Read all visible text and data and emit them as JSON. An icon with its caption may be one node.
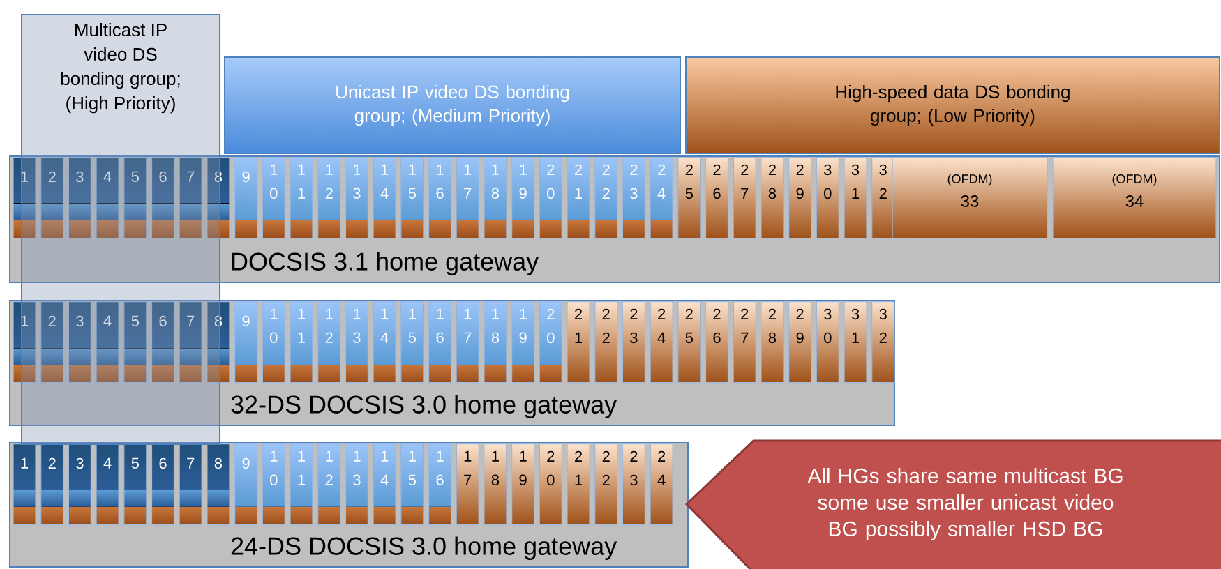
{
  "diagram": {
    "nodes": [
      {
        "text": [
          "Multicast IP video DS bonding group; (High Priority)"
        ]
      },
      {
        "text": [
          "Unicast IP video DS bonding group; (Medium Priority)"
        ]
      },
      {
        "text": [
          "High-speed data DS bonding group; (Low Priority)"
        ]
      },
      {
        "text": [
          "DOCSIS 3.1 home gateway"
        ]
      },
      {
        "text": [
          "1"
        ],
        "in": 3
      },
      {
        "text": [
          "2"
        ]
      },
      {
        "text": [
          "3"
        ]
      },
      {
        "text": [
          "4"
        ]
      },
      {
        "text": [
          "5"
        ]
      },
      {
        "text": [
          "6"
        ]
      },
      {
        "text": [
          "7"
        ]
      },
      {
        "text": [
          "8"
        ],
        "in": 3
      },
      {
        "text": [
          "9"
        ],
        "in": 3
      },
      {
        "text": [
          "1 0"
        ],
        "in": 3
      },
      {
        "text": [
          "1 1"
        ],
        "in": 3
      },
      {
        "text": [
          "1 2"
        ],
        "in": 3
      },
      {
        "text": [
          "1 3"
        ],
        "in": 3
      },
      {
        "text": [
          "1 4"
        ],
        "in": 3
      },
      {
        "text": [
          "1 5"
        ],
        "in": 3
      },
      {
        "text": [
          "1 6"
        ],
        "in": 3
      },
      {
        "text": [
          "1 7"
        ],
        "in": 3
      },
      {
        "text": [
          "1 8"
        ],
        "in": 3
      },
      {
        "text": [
          "1 9"
        ],
        "in": 3
      },
      {
        "text": [
          "2 0"
        ],
        "in": 3
      },
      {
        "text": [
          "2 1"
        ],
        "in": 3
      },
      {
        "text": [
          "2 2"
        ],
        "in": 3
      },
      {
        "text": [
          "2 3"
        ],
        "in": 3
      },
      {
        "text": [
          "2 4"
        ],
        "in": 3
      },
      {
        "text": [
          "2 5"
        ],
        "in": 3
      },
      {
        "text": [
          "2 6"
        ],
        "in": 3
      },
      {
        "text": [
          "2 7"
        ],
        "in": 3
      },
      {
        "text": [
          "2 8"
        ],
        "in": 3
      },
      {
        "text": [
          "2 9"
        ],
        "in": 3
      },
      {
        "text": [
          "3 0"
        ],
        "in": 3
      },
      {
        "text": [
          "3 1"
        ],
        "in": 3
      },
      {
        "text": [
          "3 2"
        ],
        "in": 3
      },
      {
        "text": [
          "(OFDM)",
          "33"
        ],
        "in": 3
      },
      {
        "text": [
          "(OFDM)",
          "34"
        ],
        "in": 3
      },
      {
        "text": [
          "32-DS DOCSIS 3.0 home gateway"
        ]
      },
      {
        "text": [
          "1"
        ],
        "in": 38
      },
      {
        "text": [
          "2"
        ]
      },
      {
        "text": [
          "3"
        ]
      },
      {
        "text": [
          "4"
        ]
      },
      {
        "text": [
          "5"
        ]
      },
      {
        "text": [
          "6"
        ]
      },
      {
        "text": [
          "7"
        ]
      },
      {
        "text": [
          "8"
        ],
        "in": 38
      },
      {
        "text": [
          "9"
        ],
        "in": 38
      },
      {
        "text": [
          "1 0"
        ],
        "in": 38
      },
      {
        "text": [
          "1 1"
        ],
        "in": 38
      },
      {
        "text": [
          "1 2"
        ],
        "in": 38
      },
      {
        "text": [
          "1 3"
        ],
        "in": 38
      },
      {
        "text": [
          "1 4"
        ],
        "in": 38
      },
      {
        "text": [
          "1 5"
        ],
        "in": 38
      },
      {
        "text": [
          "1 6"
        ],
        "in": 38
      },
      {
        "text": [
          "1 7"
        ],
        "in": 38
      },
      {
        "text": [
          "1 8"
        ],
        "in": 38
      },
      {
        "text": [
          "1 9"
        ],
        "in": 38
      },
      {
        "text": [
          "2 0"
        ],
        "in": 38
      },
      {
        "text": [
          "2 1"
        ],
        "in": 38
      },
      {
        "text": [
          "2 2"
        ],
        "in": 38
      },
      {
        "text": [
          "2 3"
        ],
        "in": 38
      },
      {
        "text": [
          "2 4"
        ],
        "in": 38
      },
      {
        "text": [
          "2 5"
        ],
        "in": 38
      },
      {
        "text": [
          "2 6"
        ],
        "in": 38
      },
      {
        "text": [
          "2 7"
        ],
        "in": 38
      },
      {
        "text": [
          "2 8"
        ],
        "in": 38
      },
      {
        "text": [
          "2 9"
        ],
        "in": 38
      },
      {
        "text": [
          "3 0"
        ],
        "in": 38
      },
      {
        "text": [
          "3 1"
        ],
        "in": 38
      },
      {
        "text": [
          "3 2"
        ],
        "in": 38
      },
      {
        "text": [
          "24-DS DOCSIS 3.0 home gateway"
        ]
      },
      {
        "text": [
          "1"
        ],
        "in": 71
      },
      {
        "text": [
          "2"
        ],
        "in": 71
      },
      {
        "text": [
          "3"
        ],
        "in": 71
      },
      {
        "text": [
          "4"
        ],
        "in": 71
      },
      {
        "text": [
          "5"
        ],
        "in": 71
      },
      {
        "text": [
          "6"
        ],
        "in": 71
      },
      {
        "text": [
          "7"
        ],
        "in": 71
      },
      {
        "text": [
          "8"
        ],
        "in": 71
      },
      {
        "text": [
          "9"
        ],
        "in": 71
      },
      {
        "text": [
          "1 0"
        ],
        "in": 71
      },
      {
        "text": [
          "1 1"
        ],
        "in": 71
      },
      {
        "text": [
          "1 2"
        ],
        "in": 71
      },
      {
        "text": [
          "1 3"
        ],
        "in": 71
      },
      {
        "text": [
          "1 4"
        ],
        "in": 71
      },
      {
        "text": [
          "1 5"
        ],
        "in": 71
      },
      {
        "text": [
          "1 6"
        ],
        "in": 71
      },
      {
        "text": [
          "1 7"
        ],
        "in": 71
      },
      {
        "text": [
          "1 8"
        ],
        "in": 71
      },
      {
        "text": [
          "1 9"
        ],
        "in": 71
      },
      {
        "text": [
          "2 0"
        ],
        "in": 71
      },
      {
        "text": [
          "2 1"
        ],
        "in": 71
      },
      {
        "text": [
          "2 2"
        ],
        "in": 71
      },
      {
        "text": [
          "2 3"
        ],
        "in": 71
      },
      {
        "text": [
          "2 4"
        ],
        "in": 71
      },
      {
        "text": [
          "All HGs share same multicast BG some use smaller unicast video BG possibly smaller HSD BG"
        ]
      }
    ]
  }
}
